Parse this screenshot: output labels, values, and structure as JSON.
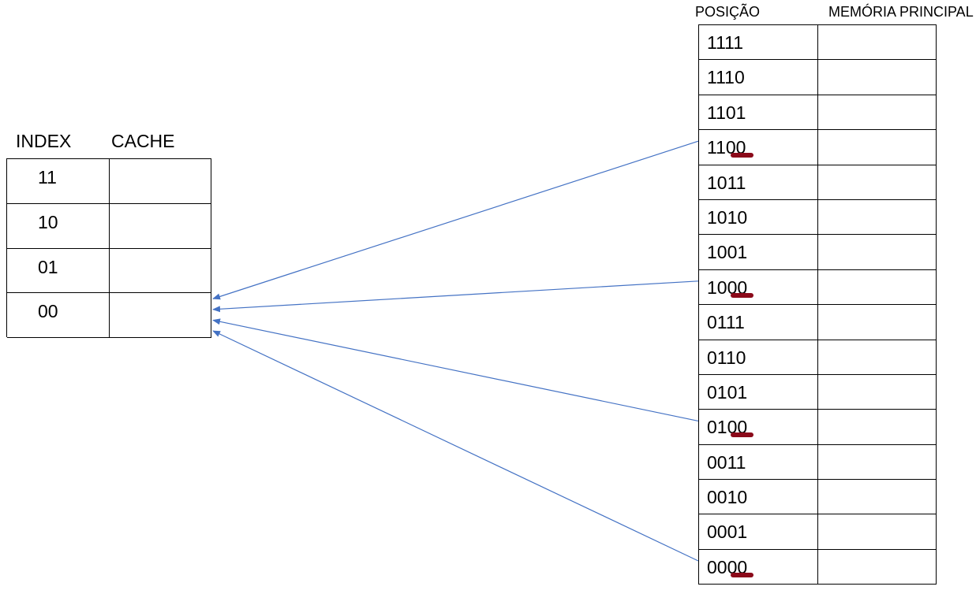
{
  "cache": {
    "index_header": "INDEX",
    "cache_header": "CACHE",
    "rows": [
      {
        "index": "11"
      },
      {
        "index": "10"
      },
      {
        "index": "01"
      },
      {
        "index": "00"
      }
    ]
  },
  "memory": {
    "position_header": "POSIÇÃO",
    "memory_header": "MEMÓRIA PRINCIPAL",
    "rows": [
      {
        "address": "1111",
        "highlighted": false
      },
      {
        "address": "1110",
        "highlighted": false
      },
      {
        "address": "1101",
        "highlighted": false
      },
      {
        "address": "1100",
        "highlighted": true
      },
      {
        "address": "1011",
        "highlighted": false
      },
      {
        "address": "1010",
        "highlighted": false
      },
      {
        "address": "1001",
        "highlighted": false
      },
      {
        "address": "1000",
        "highlighted": true
      },
      {
        "address": "0111",
        "highlighted": false
      },
      {
        "address": "0110",
        "highlighted": false
      },
      {
        "address": "0101",
        "highlighted": false
      },
      {
        "address": "0100",
        "highlighted": true
      },
      {
        "address": "0011",
        "highlighted": false
      },
      {
        "address": "0010",
        "highlighted": false
      },
      {
        "address": "0001",
        "highlighted": false
      },
      {
        "address": "0000",
        "highlighted": true
      }
    ]
  },
  "mappings": [
    {
      "from": "1100",
      "to": "00"
    },
    {
      "from": "1000",
      "to": "00"
    },
    {
      "from": "0100",
      "to": "00"
    },
    {
      "from": "0000",
      "to": "00"
    }
  ],
  "colors": {
    "arrow": "#4472C4",
    "highlight": "#8B0A1A",
    "border": "#000000"
  }
}
